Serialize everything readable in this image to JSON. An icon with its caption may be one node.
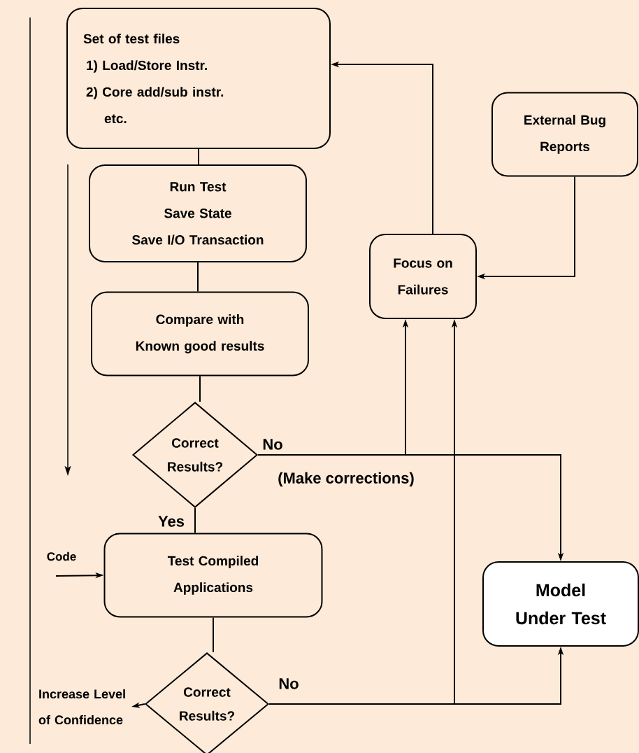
{
  "diagram": {
    "nodes": [
      {
        "text": [
          "Set of test files",
          "1) Load/Store Instr.",
          "2) Core add/sub instr.",
          "etc."
        ]
      },
      {
        "text": [
          "Run Test",
          "Save State",
          "Save I/O Transaction"
        ]
      },
      {
        "text": [
          "Compare with Known good results"
        ]
      },
      {
        "text": [
          "Correct Results?"
        ]
      },
      {
        "text": [
          "Test Compiled Applications"
        ]
      },
      {
        "text": [
          "Correct Results?"
        ]
      },
      {
        "text": [
          "External Bug Reports"
        ]
      },
      {
        "text": [
          "Focus on Failures"
        ]
      },
      {
        "text": [
          "Model Under Test"
        ]
      },
      {
        "text": [
          "Increase Level of Confidence"
        ]
      }
    ],
    "edges": [
      {
        "from": 0,
        "to": 1,
        "arrow": "none"
      },
      {
        "from": 1,
        "to": 2,
        "arrow": "none"
      },
      {
        "from": 2,
        "to": 3,
        "arrow": "none"
      },
      {
        "from": 3,
        "to": 4,
        "arrow": "none",
        "label": "Yes"
      },
      {
        "from": 4,
        "to": 5,
        "arrow": "none"
      },
      {
        "from": 5,
        "to": 9,
        "arrow": "to"
      },
      {
        "from": 3,
        "to": 8,
        "arrow": "to",
        "label": "No"
      },
      {
        "from": 3,
        "to": 7,
        "arrow": "to"
      },
      {
        "from": 5,
        "to": 8,
        "arrow": "to",
        "label": "No"
      },
      {
        "from": 5,
        "to": 7,
        "arrow": "to"
      },
      {
        "from": 7,
        "to": 0,
        "arrow": "to"
      },
      {
        "from": 6,
        "to": 7,
        "arrow": "to"
      },
      {
        "from": null,
        "to": 4,
        "arrow": "to",
        "label": "Code"
      }
    ],
    "labels": [
      "(Make corrections)"
    ]
  }
}
